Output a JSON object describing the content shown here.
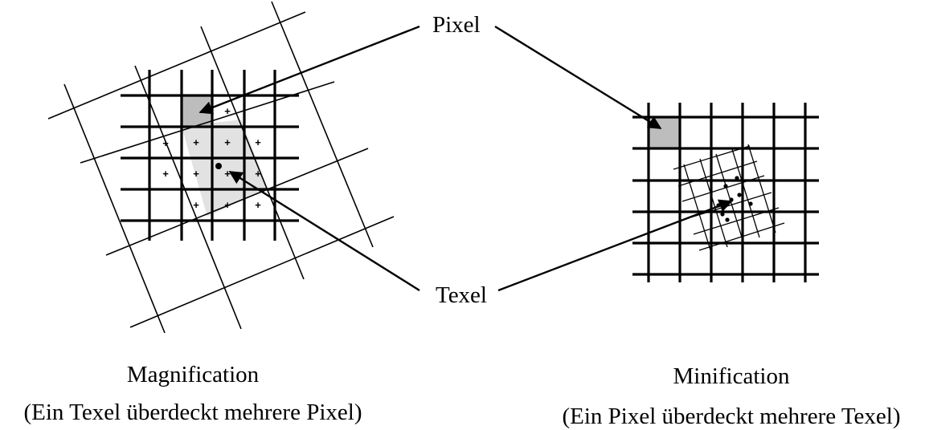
{
  "labels": {
    "pixel": "Pixel",
    "texel": "Texel"
  },
  "captions": {
    "magnification_title": "Magnification",
    "magnification_subtitle": "(Ein Texel überdeckt mehrere Pixel)",
    "minification_title": "Minification",
    "minification_subtitle": "(Ein Pixel überdeckt mehrere Texel)"
  },
  "colors": {
    "line": "#000000",
    "highlighted_pixel": "#bdbdbd",
    "texel_fill": "#e2e2e2",
    "background": "#ffffff"
  }
}
